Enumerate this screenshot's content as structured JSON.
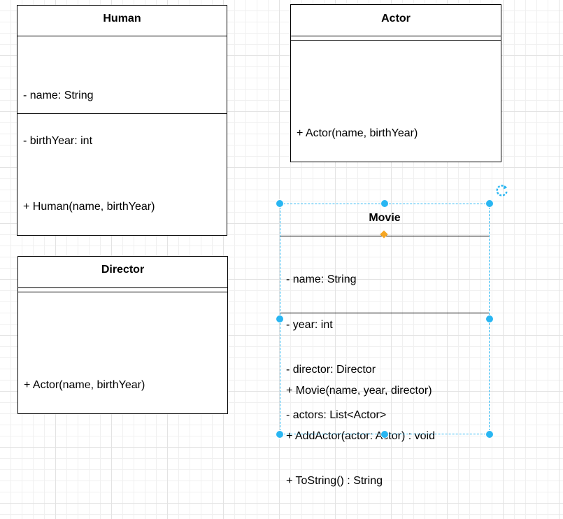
{
  "colors": {
    "selection": "#29b6f2",
    "anchor": "#f5a623",
    "grid": "#e3e3e3"
  },
  "classes": {
    "human": {
      "name": "Human",
      "attributes": [
        "- name: String",
        "- birthYear: int"
      ],
      "methods": [
        "+ Human(name, birthYear)"
      ]
    },
    "actor": {
      "name": "Actor",
      "attributes": [],
      "methods": [
        "+ Actor(name, birthYear)"
      ]
    },
    "director": {
      "name": "Director",
      "attributes": [],
      "methods": [
        "+ Actor(name, birthYear)"
      ]
    },
    "movie": {
      "name": "Movie",
      "attributes": [
        "- name: String",
        "- year: int",
        "- director: Director",
        "- actors: List<Actor>"
      ],
      "methods": [
        "+ Movie(name, year, director)",
        "+ AddActor(actor: Actor) : void",
        "+ ToString() : String"
      ]
    }
  },
  "selection": {
    "target": "Movie",
    "rotate_icon": "rotate-icon"
  }
}
